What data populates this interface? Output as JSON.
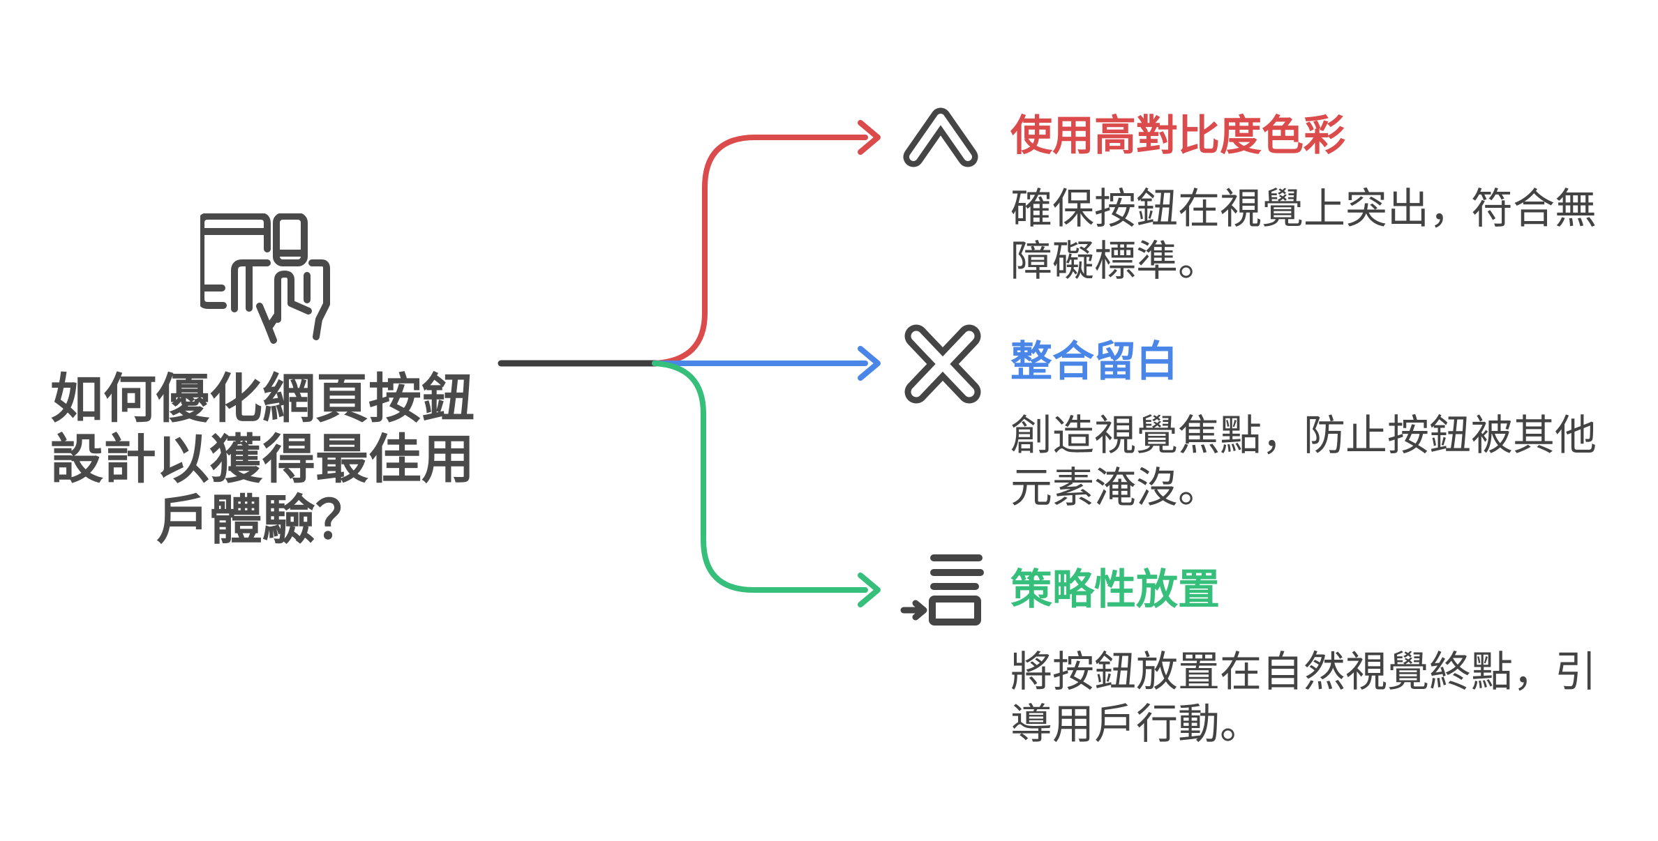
{
  "center": {
    "icon": "tap-device-icon",
    "title_lines": [
      "如何優化網頁按鈕",
      "設計以獲得最佳用",
      "戶體驗？"
    ],
    "title_full": "如何優化網頁按鈕設計以獲得最佳用戶體驗？"
  },
  "branches": [
    {
      "id": "high-contrast",
      "icon": "chevron-up-icon",
      "color": "#DB4B4C",
      "title": "使用高對比度色彩",
      "description_lines": [
        "確保按鈕在視覺上突出，符合無",
        "障礙標準。"
      ],
      "description_full": "確保按鈕在視覺上突出，符合無障礙標準。"
    },
    {
      "id": "whitespace",
      "icon": "x-cross-icon",
      "color": "#4A86E8",
      "title": "整合留白",
      "description_lines": [
        "創造視覺焦點，防止按鈕被其他",
        "元素淹沒。"
      ],
      "description_full": "創造視覺焦點，防止按鈕被其他元素淹沒。"
    },
    {
      "id": "strategic-placement",
      "icon": "insert-block-icon",
      "color": "#36BE7B",
      "title": "策略性放置",
      "description_lines": [
        "將按鈕放置在自然視覺終點，引",
        "導用戶行動。"
      ],
      "description_full": "將按鈕放置在自然視覺終點，引導用戶行動。"
    }
  ],
  "connectors": {
    "trunk_color": "#3D3D3D",
    "icon_stroke_color": "#454545",
    "title_color": "#4A4A4A",
    "description_color": "#434343",
    "branch_colors": [
      "#DB4B4C",
      "#4A86E8",
      "#36BE7B"
    ]
  }
}
